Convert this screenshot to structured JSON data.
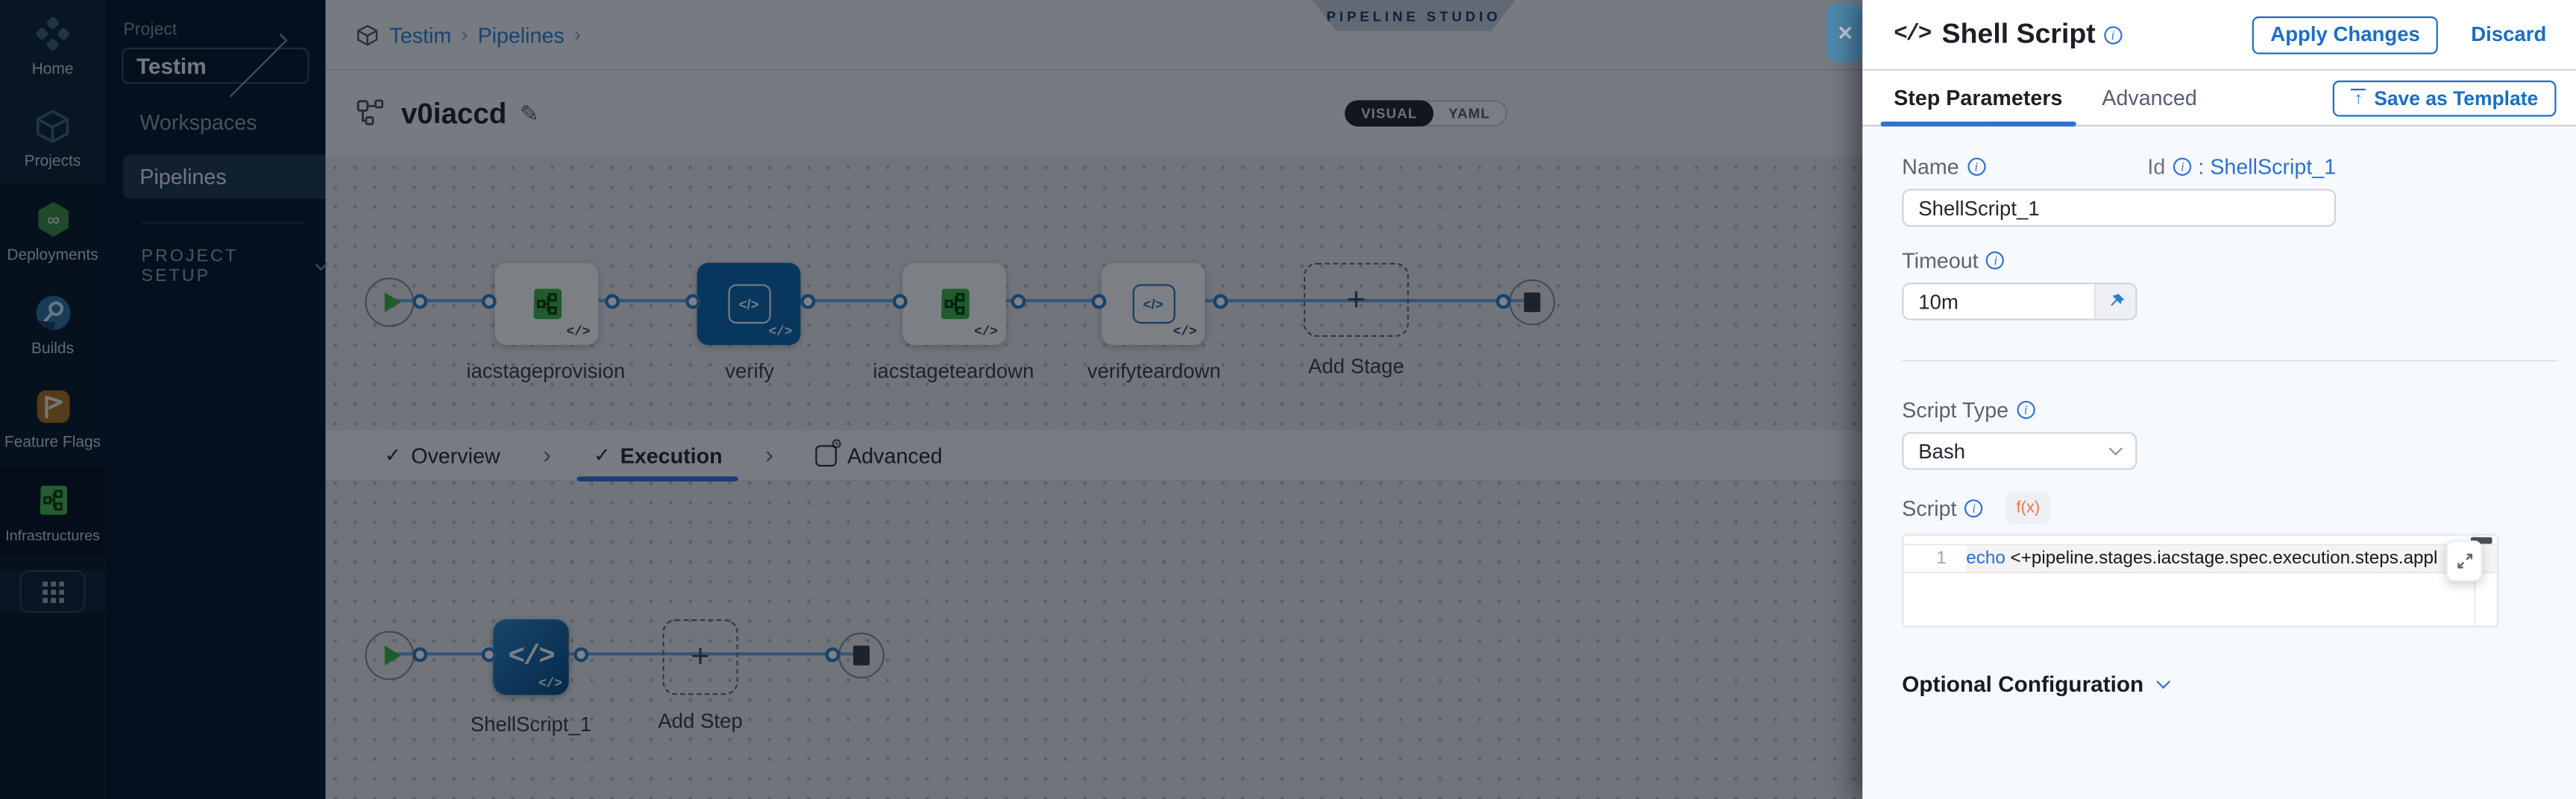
{
  "colors": {
    "primary": "#0278d5",
    "accent_green": "#42ab45",
    "selected_node": "#0e67ad",
    "close_button": "#4f89ad"
  },
  "icons": {
    "code": "</>",
    "check": "✓",
    "close": "×",
    "infinity": "∞"
  },
  "sidebar": {
    "items": [
      {
        "label": "Home",
        "icon": "harness-logo"
      },
      {
        "label": "Projects",
        "icon": "cube"
      },
      {
        "label": "Deployments",
        "icon": "hexagon-infinity"
      },
      {
        "label": "Builds",
        "icon": "builds"
      },
      {
        "label": "Feature Flags",
        "icon": "flag"
      },
      {
        "label": "Infrastructures",
        "icon": "infrastructure"
      }
    ]
  },
  "project_nav": {
    "section_label": "Project",
    "project_name": "Testim",
    "items": [
      {
        "label": "Workspaces"
      },
      {
        "label": "Pipelines"
      }
    ],
    "setup_label": "PROJECT SETUP"
  },
  "header": {
    "breadcrumb": [
      {
        "label": "Testim"
      },
      {
        "label": "Pipelines"
      }
    ],
    "studio_badge": "PIPELINE STUDIO",
    "pipeline_name": "v0iaccd",
    "mode_toggle": {
      "visual": "VISUAL",
      "yaml": "YAML",
      "selected": "VISUAL"
    }
  },
  "stage_graph": {
    "stages": [
      {
        "label": "iacstageprovision",
        "type": "infrastructure",
        "selected": false
      },
      {
        "label": "verify",
        "type": "template",
        "selected": true
      },
      {
        "label": "iacstageteardown",
        "type": "infrastructure",
        "selected": false
      },
      {
        "label": "verifyteardown",
        "type": "template",
        "selected": false
      }
    ],
    "add_stage_label": "Add Stage"
  },
  "execution_tabs": {
    "tabs": [
      {
        "label": "Overview"
      },
      {
        "label": "Execution"
      },
      {
        "label": "Advanced"
      }
    ],
    "active": "Execution"
  },
  "step_graph": {
    "steps": [
      {
        "label": "ShellScript_1"
      }
    ],
    "add_step_label": "Add Step"
  },
  "drawer": {
    "title": "Shell Script",
    "apply_label": "Apply Changes",
    "discard_label": "Discard",
    "tabs": [
      {
        "label": "Step Parameters"
      },
      {
        "label": "Advanced"
      }
    ],
    "active_tab": "Step Parameters",
    "save_template_label": "Save as Template",
    "form": {
      "name_label": "Name",
      "name_value": "ShellScript_1",
      "id_label": "Id",
      "id_value": ": ShellScript_1",
      "timeout_label": "Timeout",
      "timeout_value": "10m",
      "script_type_label": "Script Type",
      "script_type_value": "Bash",
      "script_label": "Script",
      "fx_label": "f(x)",
      "editor": {
        "line_number": "1",
        "keyword": "echo",
        "code": " <+pipeline.stages.iacstage.spec.execution.steps.appl"
      }
    },
    "optional_label": "Optional Configuration"
  }
}
